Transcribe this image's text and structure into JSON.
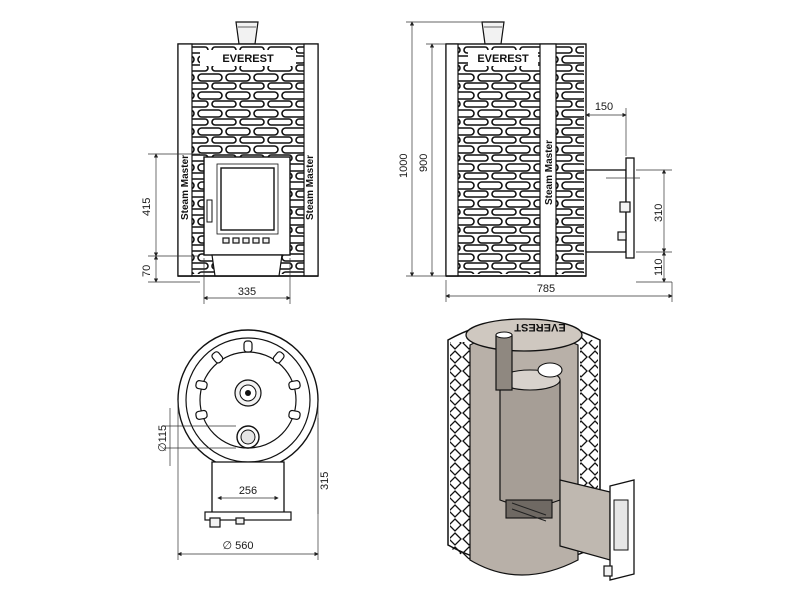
{
  "front_view": {
    "brand": "EVEREST",
    "side_label": "Steam Master",
    "dims": {
      "height_door": "415",
      "height_base": "70",
      "door_width": "335"
    }
  },
  "side_view": {
    "brand": "EVEREST",
    "side_label": "Steam Master",
    "dims": {
      "overall_height": "1000",
      "body_height": "900",
      "tunnel_offset": "150",
      "tunnel_height": "310",
      "tunnel_base": "110",
      "overall_length": "785"
    }
  },
  "top_view": {
    "dims": {
      "flue_diameter": "∅115",
      "tunnel_depth": "315",
      "tunnel_width": "256",
      "diameter": "∅ 560"
    }
  },
  "cutaway_view": {
    "brand": "EVEREST"
  }
}
